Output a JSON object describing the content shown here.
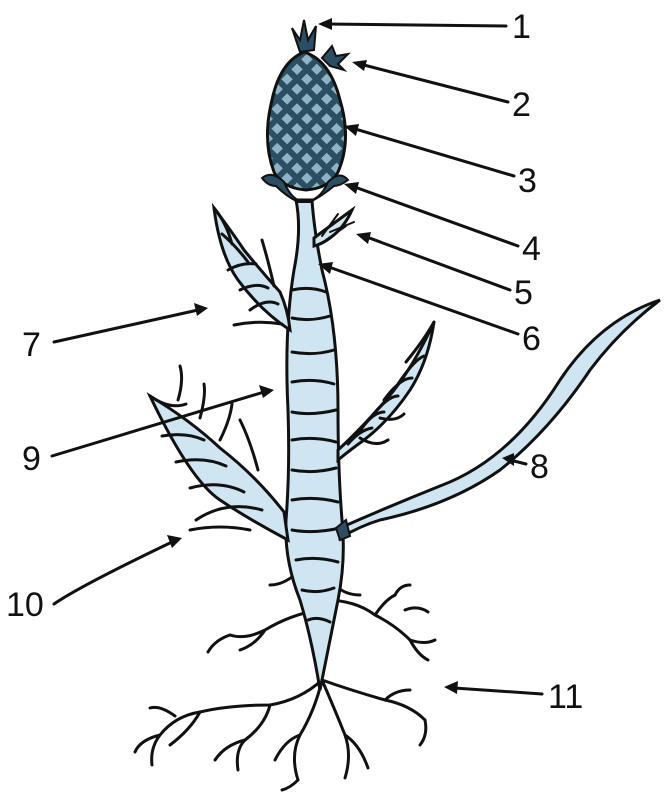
{
  "diagram": {
    "colors": {
      "ink": "#111111",
      "plant_fill": "#cfe6f2",
      "fruit_fill": "#2b4e63",
      "background": "#ffffff"
    },
    "labels": [
      {
        "id": "1",
        "text": "1"
      },
      {
        "id": "2",
        "text": "2"
      },
      {
        "id": "3",
        "text": "3"
      },
      {
        "id": "4",
        "text": "4"
      },
      {
        "id": "5",
        "text": "5"
      },
      {
        "id": "6",
        "text": "6"
      },
      {
        "id": "7",
        "text": "7"
      },
      {
        "id": "8",
        "text": "8"
      },
      {
        "id": "9",
        "text": "9"
      },
      {
        "id": "10",
        "text": "10"
      },
      {
        "id": "11",
        "text": "11"
      }
    ]
  }
}
